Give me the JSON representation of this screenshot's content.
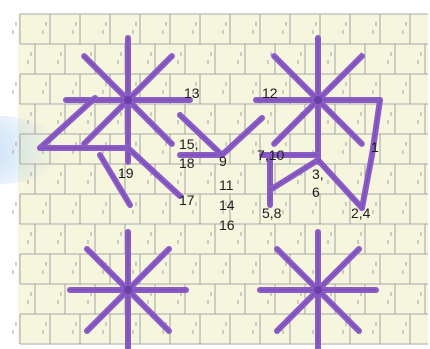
{
  "colors": {
    "canvas_fill": "#f6f5dd",
    "grid_line": "#a9a9a9",
    "thread": "#8b5cc6",
    "thread_dark": "#6a3fa6",
    "glow": "#9ec8ee"
  },
  "labels": {
    "l13": "13",
    "l12": "12",
    "l1": "1",
    "l15": "15,",
    "l18": "18",
    "l9": "9",
    "l710": "7,10",
    "l3": "3,",
    "l6": "6",
    "l19": "19",
    "l17": "17",
    "l11": "11",
    "l14": "14",
    "l16": "16",
    "l58": "5,8",
    "l24": "2,4"
  }
}
